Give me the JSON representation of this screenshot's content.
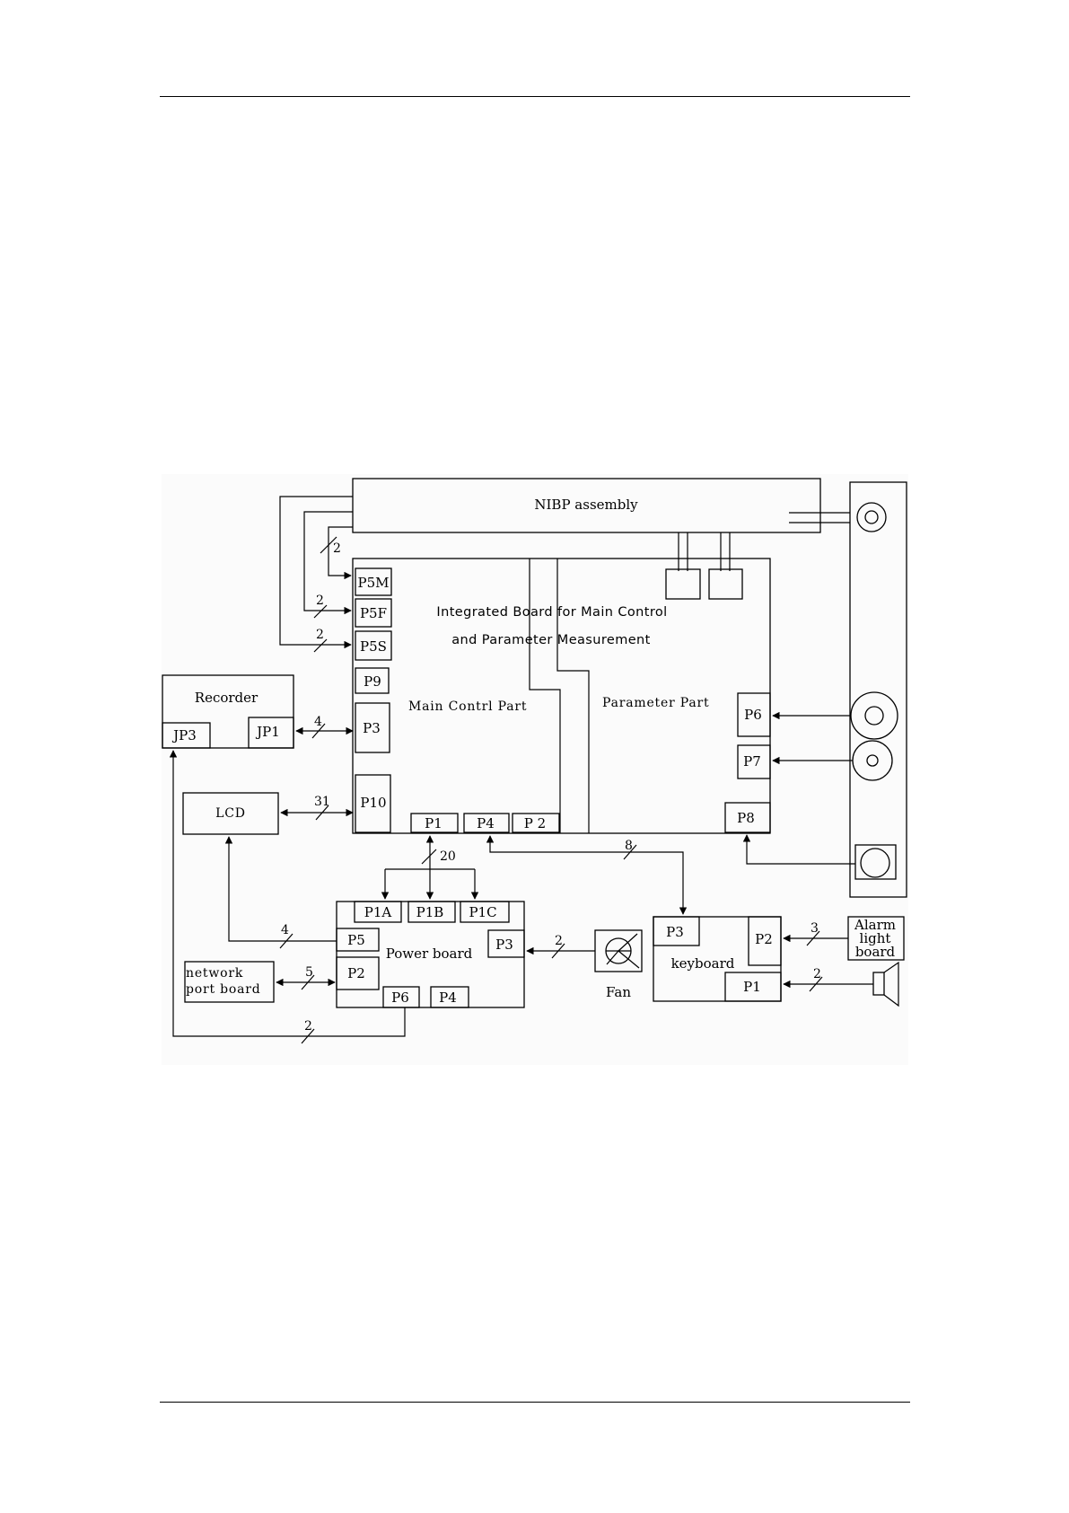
{
  "blocks": {
    "nibp": "NIBP assembly",
    "integrated_line1": "Integrated Board for Main Control",
    "integrated_line2": "and Parameter Measurement",
    "main_part": "Main Contrl  Part",
    "param_part": "Parameter   Part",
    "recorder": "Recorder",
    "lcd": "LCD",
    "power": "Power board",
    "keyboard": "keyboard",
    "network_line1": "network",
    "network_line2": "port board",
    "fan": "Fan",
    "alarm_line1": "Alarm",
    "alarm_line2": "light",
    "alarm_line3": "board"
  },
  "connectors": {
    "p5m": "P5M",
    "p5f": "P5F",
    "p5s": "P5S",
    "p9": "P9",
    "p3": "P3",
    "p10": "P10",
    "p1": "P1",
    "p4": "P4",
    "p2": "P 2",
    "p6": "P6",
    "p7": "P7",
    "p8": "P8",
    "jp3": "JP3",
    "jp1": "JP1",
    "p1a": "P1A",
    "p1b": "P1B",
    "p1c": "P1C",
    "pw_p5": "P5",
    "pw_p2": "P2",
    "pw_p3": "P3",
    "pw_p6": "P6",
    "pw_p4": "P4",
    "kb_p3": "P3",
    "kb_p2": "P2",
    "kb_p1": "P1"
  },
  "wire_counts": {
    "nibp_p5m": "2",
    "nibp_p5f": "2",
    "nibp_p5s": "2",
    "recorder_p3": "4",
    "lcd_p10": "31",
    "p1_power": "20",
    "p4_keyboard": "8",
    "power_lcd": "4",
    "power_network": "5",
    "fan_power": "2",
    "alarm_keyboard": "3",
    "speaker_keyboard": "2",
    "power_recorder": "2"
  }
}
